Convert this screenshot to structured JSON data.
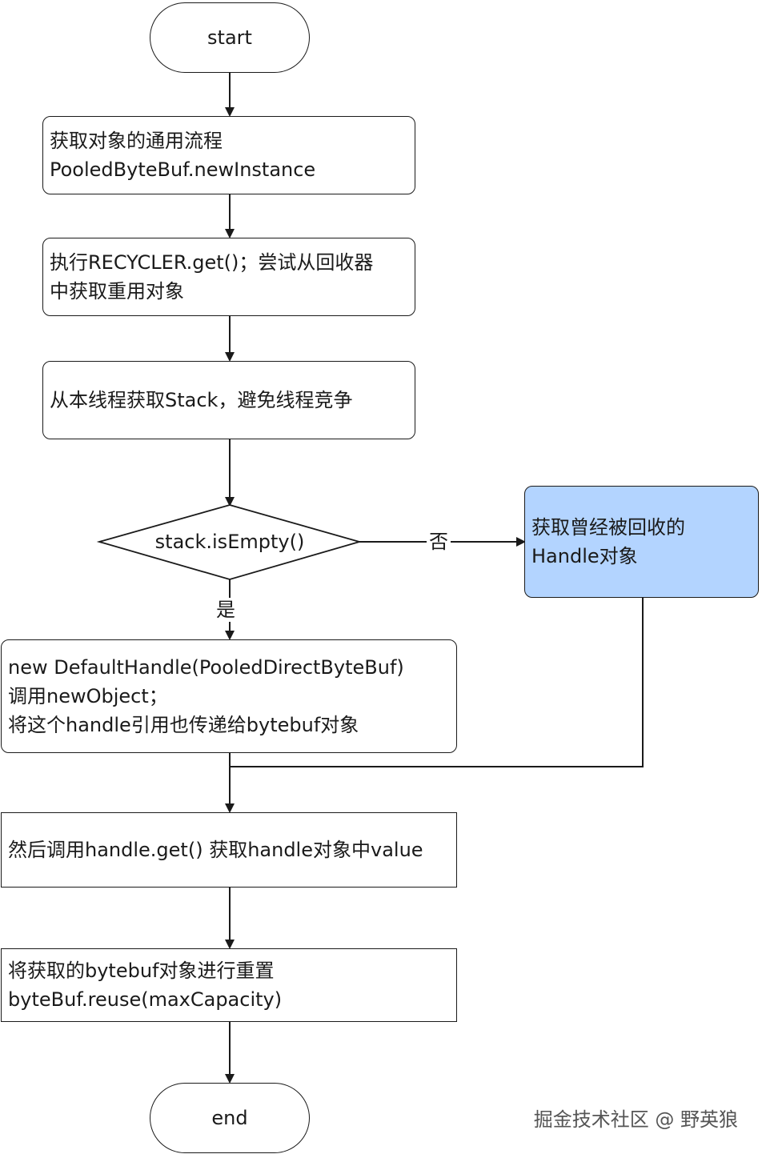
{
  "nodes": {
    "start": {
      "text": "start"
    },
    "get_flow": {
      "line1": "获取对象的通用流程",
      "line2": "PooledByteBuf.newInstance"
    },
    "recycler_get": {
      "line1": "执行RECYCLER.get()；尝试从回收器",
      "line2": "中获取重用对象"
    },
    "thread_stack": {
      "line1": "从本线程获取Stack，避免线程竞争"
    },
    "is_empty": {
      "text": "stack.isEmpty()"
    },
    "recycled_handle": {
      "line1": "获取曾经被回收的",
      "line2": "Handle对象"
    },
    "new_handle": {
      "line1": "new DefaultHandle(PooledDirectByteBuf)",
      "line2": "调用newObject；",
      "line3": "将这个handle引用也传递给bytebuf对象"
    },
    "handle_get": {
      "line1": "然后调用handle.get() 获取handle对象中value"
    },
    "reuse": {
      "line1": "将获取的bytebuf对象进行重置",
      "line2": "byteBuf.reuse(maxCapacity)"
    },
    "end": {
      "text": "end"
    }
  },
  "edges": {
    "no_label": "否",
    "yes_label": "是"
  },
  "colors": {
    "highlight_fill": "#b3d4ff",
    "stroke": "#1a1a1a"
  },
  "watermark": "掘金技术社区 @ 野英狼"
}
